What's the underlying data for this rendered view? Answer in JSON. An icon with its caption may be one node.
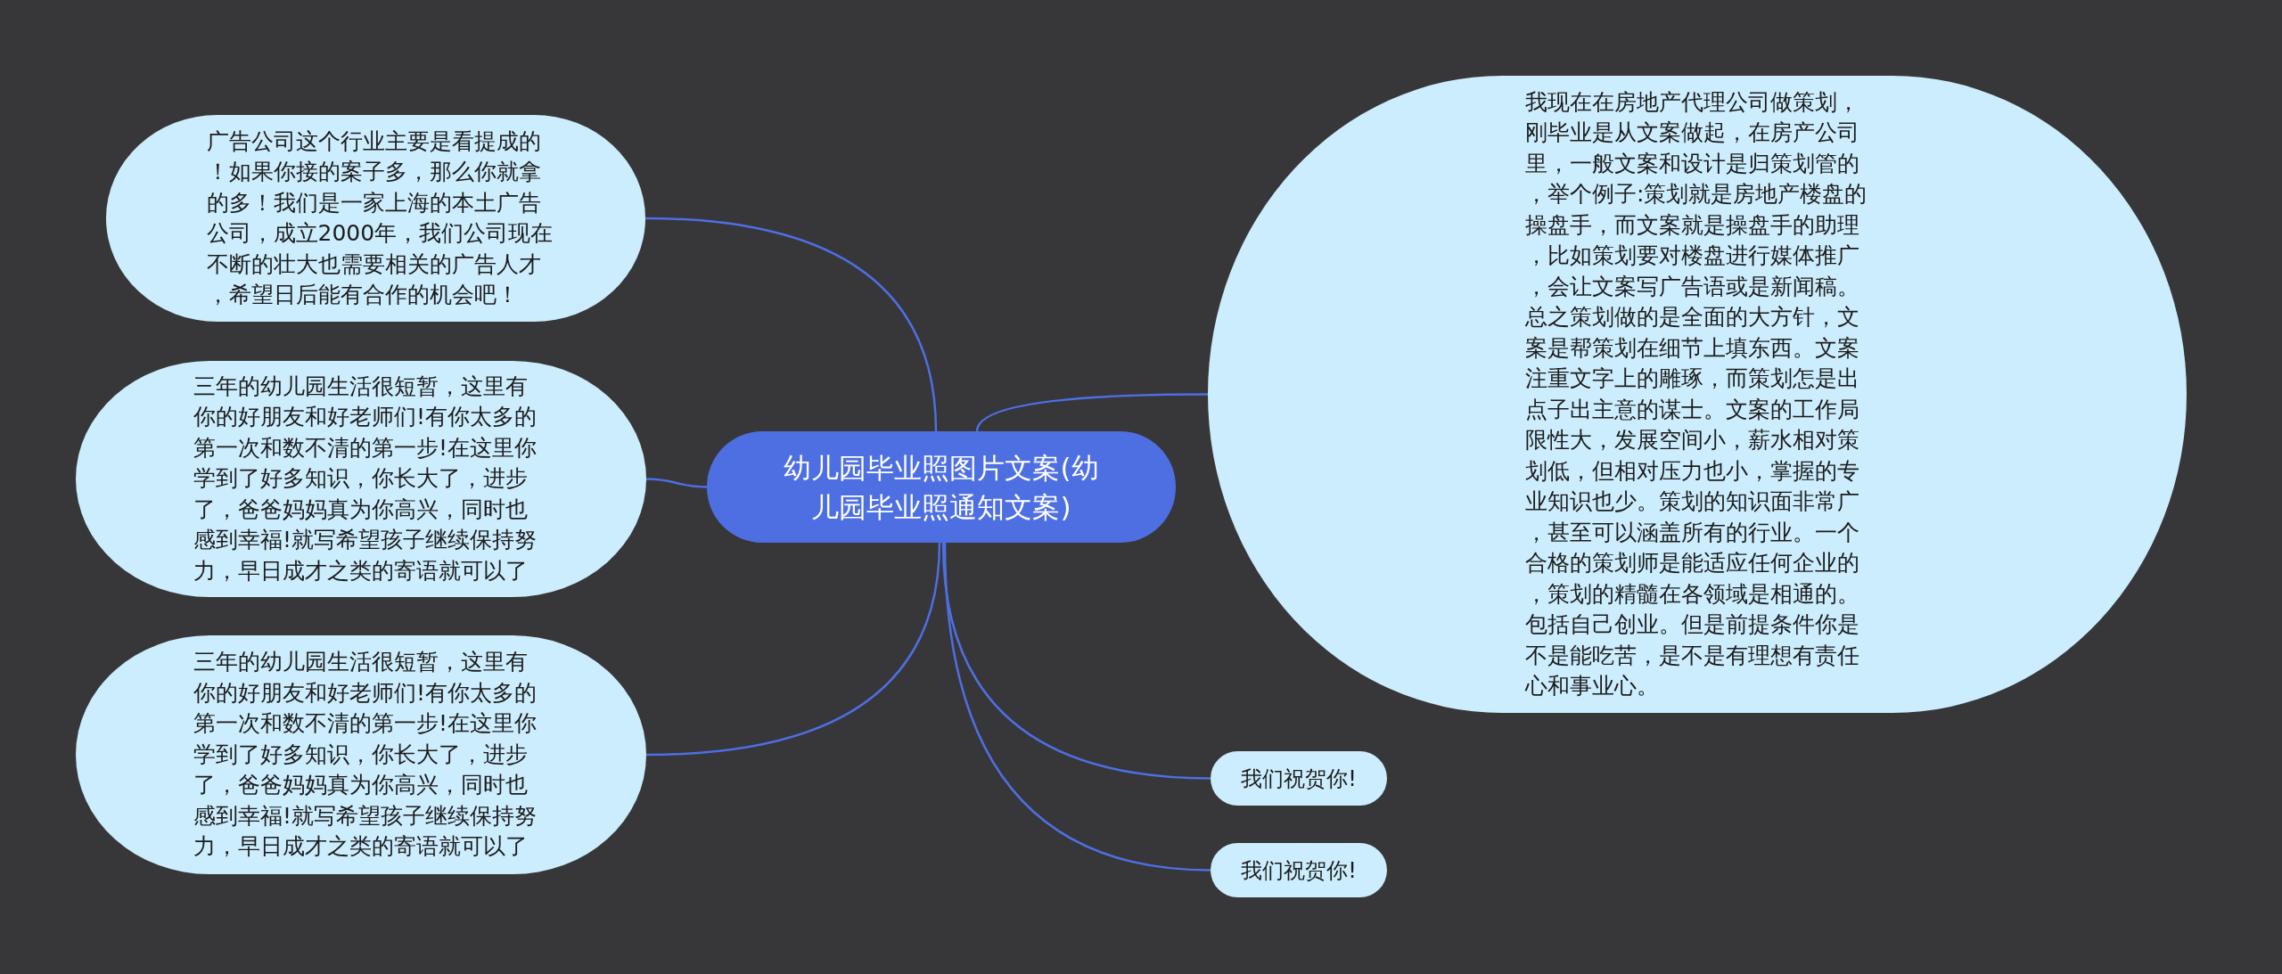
{
  "diagram": {
    "nodes": [
      {
        "text": [
          "幼儿园毕业照图片文案(幼儿园毕业照通知文案)"
        ]
      },
      {
        "text": [
          "广告公司这个行业主要是看提成的！如果你接的案子多，那么你就拿的多！我们是一家上海的本土广告公司，成立2000年，我们公司现在不断的壮大也需要相关的广告人才，希望日后能有合作的机会吧！"
        ]
      },
      {
        "text": [
          "三年的幼儿园生活很短暂，这里有你的好朋友和好老师们!有你太多的第一次和数不清的第一步!在这里你学到了好多知识，你长大了，进步了，爸爸妈妈真为你高兴，同时也感到幸福!就写希望孩子继续保持努力，早日成才之类的寄语就可以了"
        ]
      },
      {
        "text": [
          "三年的幼儿园生活很短暂，这里有你的好朋友和好老师们!有你太多的第一次和数不清的第一步!在这里你学到了好多知识，你长大了，进步了，爸爸妈妈真为你高兴，同时也感到幸福!就写希望孩子继续保持努力，早日成才之类的寄语就可以了"
        ]
      },
      {
        "text": [
          "我现在在房地产代理公司做策划，刚毕业是从文案做起，在房产公司里，一般文案和设计是归策划管的，举个例子:策划就是房地产楼盘的操盘手，而文案就是操盘手的助理，比如策划要对楼盘进行媒体推广，会让文案写广告语或是新闻稿。总之策划做的是全面的大方针，文案是帮策划在细节上填东西。文案注重文字上的雕琢，而策划怎是出点子出主意的谋士。文案的工作局限性大，发展空间小，薪水相对策划低，但相对压力也小，掌握的专业知识也少。策划的知识面非常广，甚至可以涵盖所有的行业。一个合格的策划师是能适应任何企业的，策划的精髓在各领域是相通的。包括自己创业。但是前提条件你是不是能吃苦，是不是有理想有责任心和事业心。"
        ]
      },
      {
        "text": [
          "我们祝贺你!"
        ]
      },
      {
        "text": [
          "我们祝贺你!"
        ]
      }
    ],
    "edges": [
      {
        "from": 0,
        "to": 1,
        "arrow": "none"
      },
      {
        "from": 0,
        "to": 2,
        "arrow": "none"
      },
      {
        "from": 0,
        "to": 3,
        "arrow": "none"
      },
      {
        "from": 0,
        "to": 4,
        "arrow": "none"
      },
      {
        "from": 0,
        "to": 5,
        "arrow": "none"
      },
      {
        "from": 0,
        "to": 6,
        "arrow": "none"
      }
    ]
  }
}
